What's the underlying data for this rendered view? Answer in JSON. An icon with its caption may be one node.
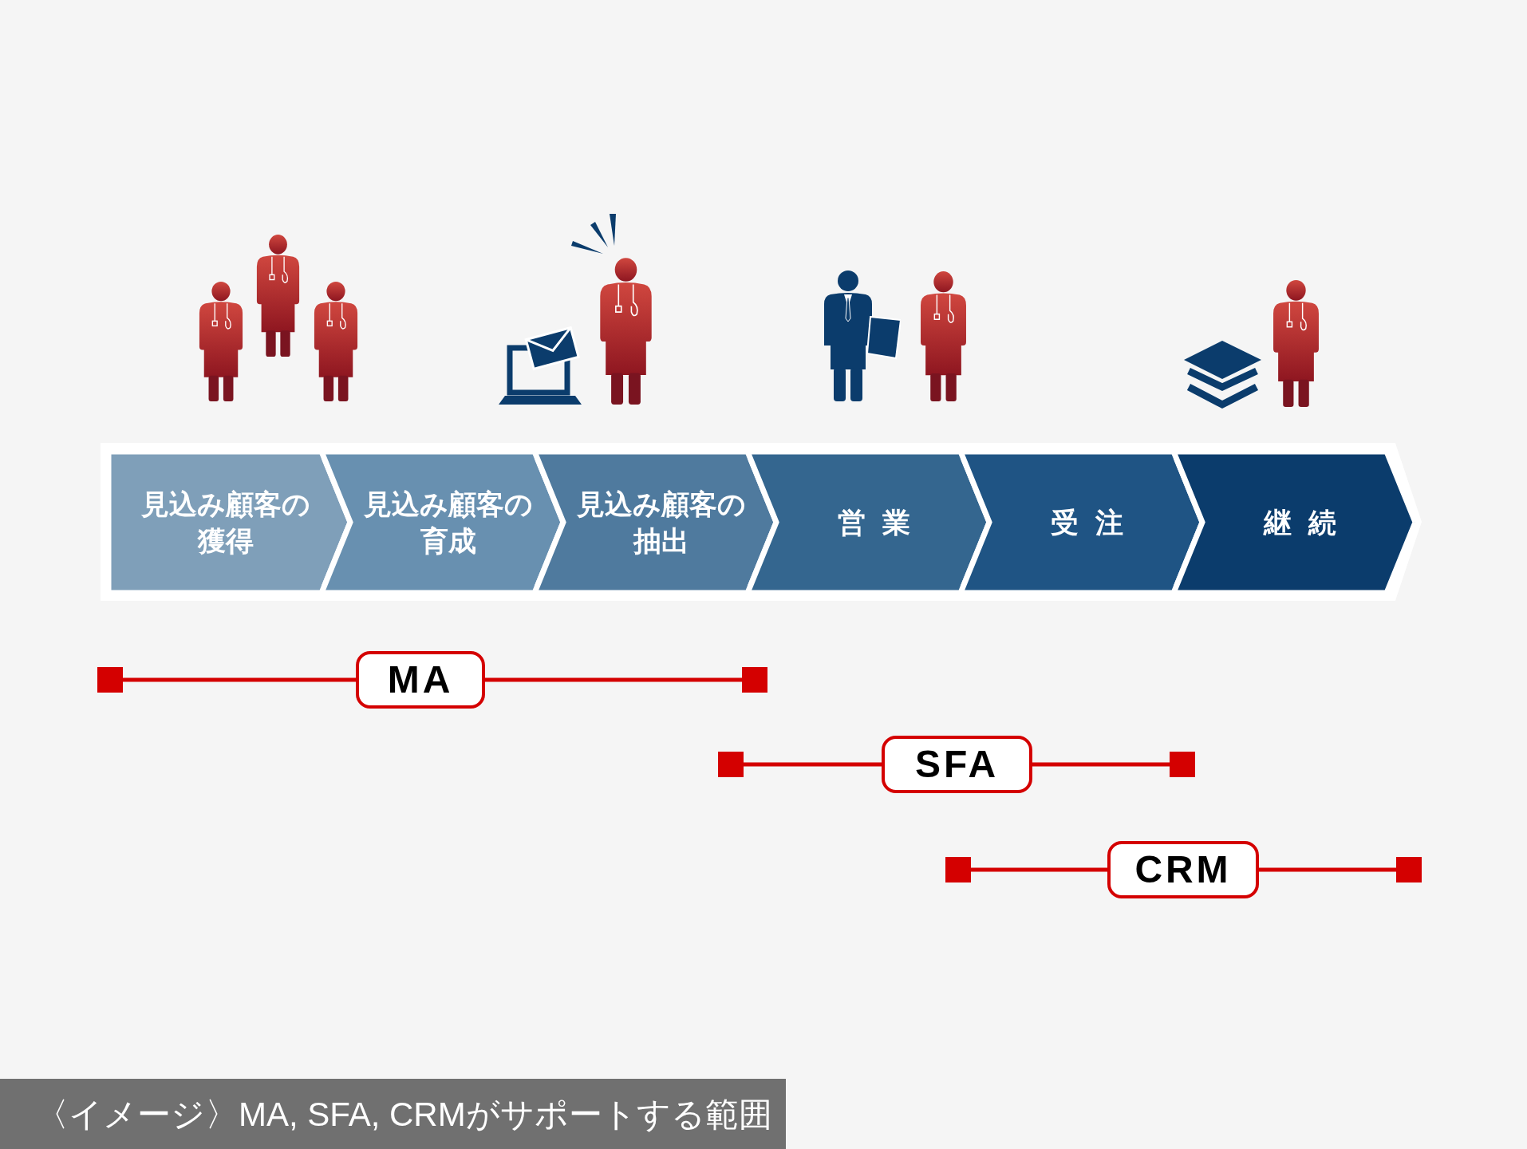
{
  "diagram": {
    "caption": "〈イメージ〉MA, SFA, CRMがサポートする範囲",
    "nodes": [
      {
        "text": [
          "見込み顧客の獲得"
        ]
      },
      {
        "text": [
          "見込み顧客の育成"
        ]
      },
      {
        "text": [
          "見込み顧客の抽出"
        ]
      },
      {
        "text": [
          "営業"
        ]
      },
      {
        "text": [
          "受注"
        ]
      },
      {
        "text": [
          "継続"
        ]
      },
      {
        "text": [
          "MA"
        ]
      },
      {
        "text": [
          "SFA"
        ]
      },
      {
        "text": [
          "CRM"
        ]
      }
    ]
  }
}
